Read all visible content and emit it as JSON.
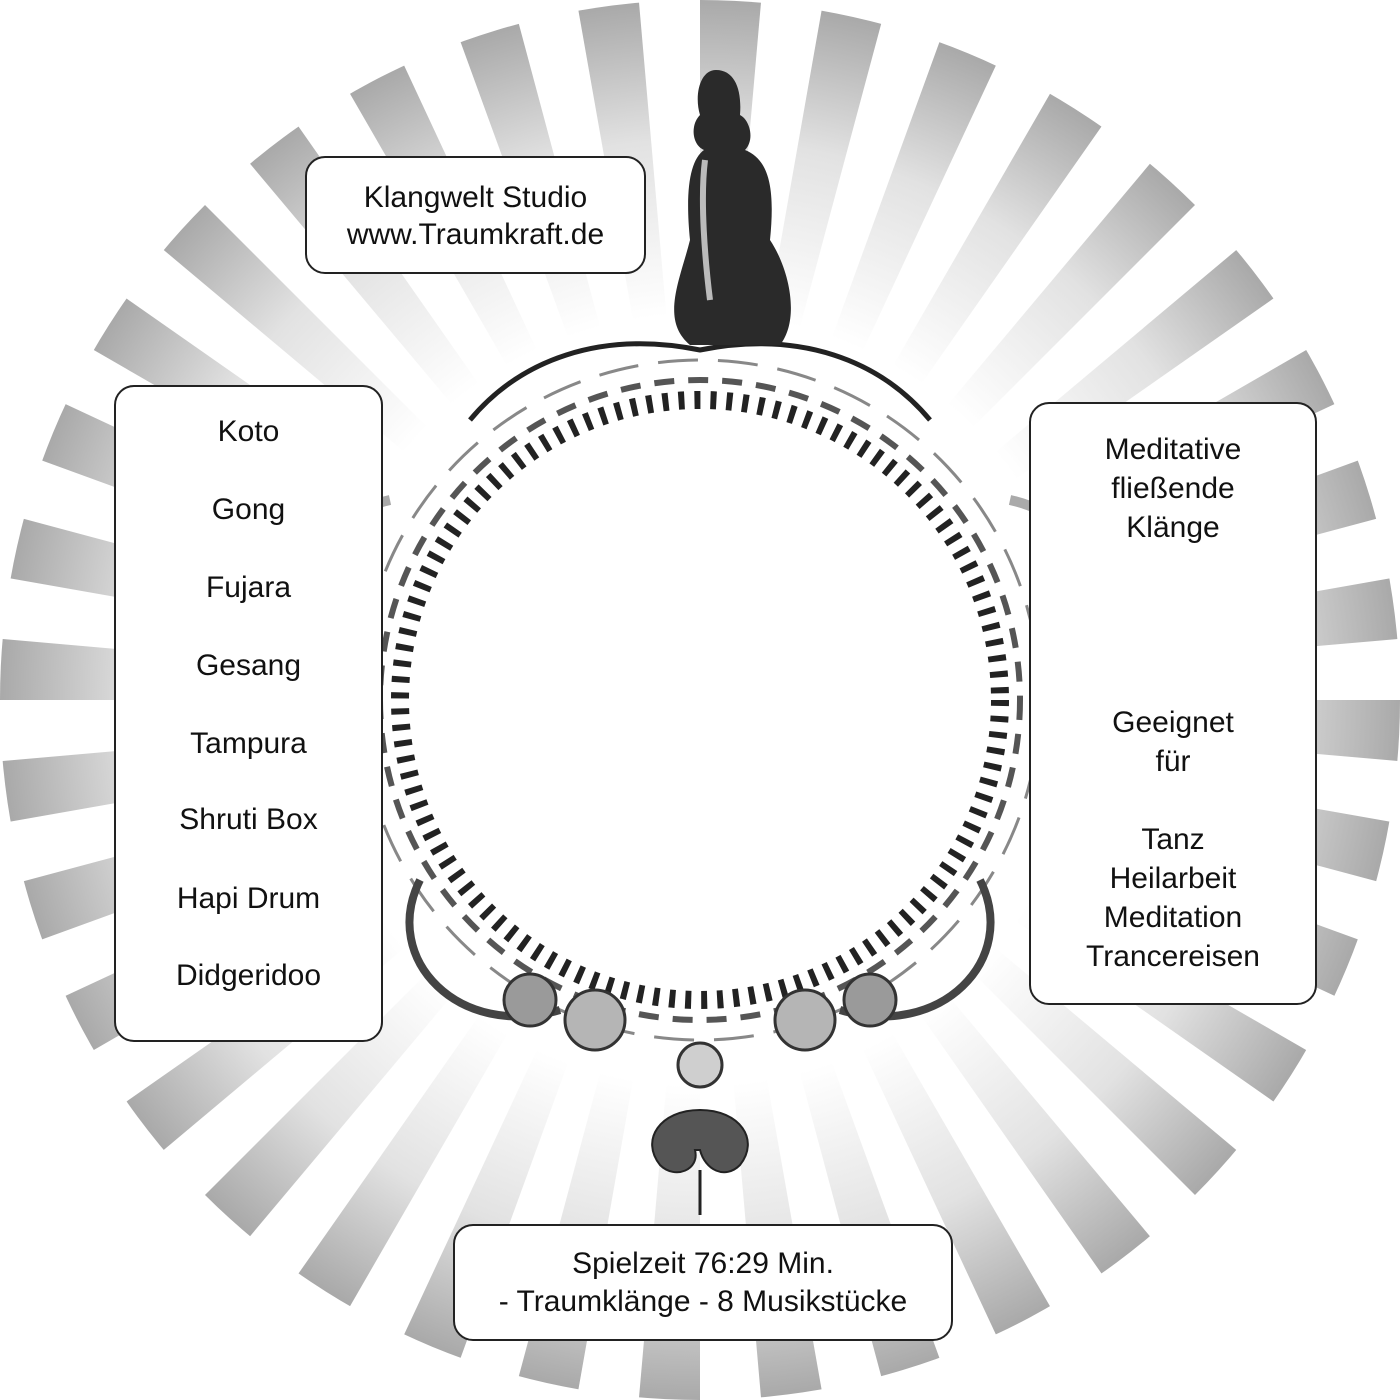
{
  "label": {
    "studio": {
      "name": "Klangwelt Studio",
      "website": "www.Traumkraft.de"
    },
    "instruments": [
      "Koto",
      "Gong",
      "Fujara",
      "Gesang",
      "Tampura",
      "Shruti Box",
      "Hapi Drum",
      "Didgeridoo"
    ],
    "description": {
      "lines": [
        "Meditative",
        "fließende",
        "Klänge"
      ]
    },
    "suitable": {
      "heading": [
        "Geeignet",
        "für"
      ],
      "uses": [
        "Tanz",
        "Heilarbeit",
        "Meditation",
        "Trancereisen"
      ]
    },
    "duration": {
      "line1": "Spielzeit 76:29 Min.",
      "line2": "- Traumklänge - 8 Musikstücke"
    }
  },
  "colors": {
    "ray_dark": "#bdbdbd",
    "ray_light": "#f7f7f7",
    "ornament": "#333333",
    "box_border": "#222222"
  },
  "icons": [
    "buddha-statue-icon",
    "rose-flower-icon",
    "scroll-ornament-icon"
  ]
}
